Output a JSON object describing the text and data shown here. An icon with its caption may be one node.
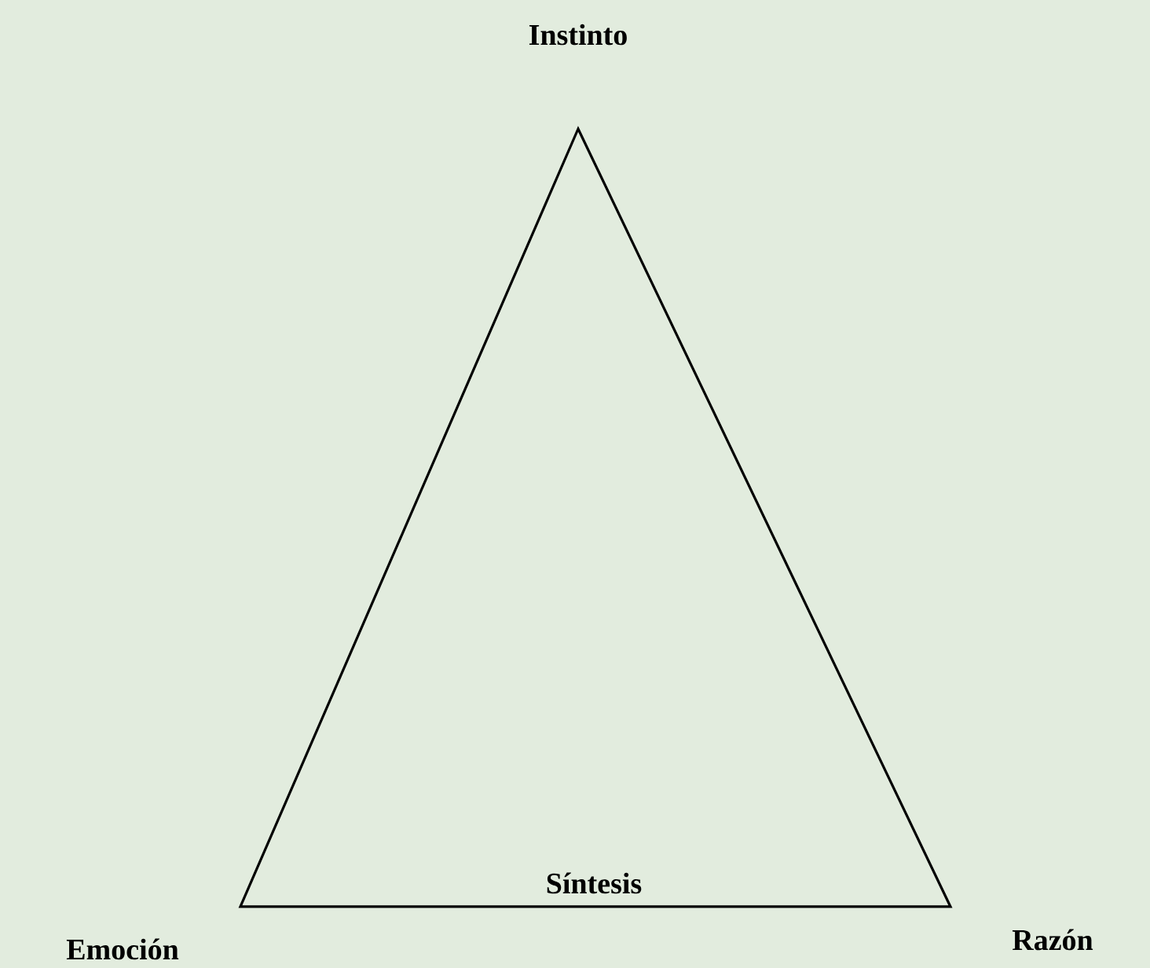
{
  "diagram": {
    "nodes": [
      {
        "text": [
          "Síntesis"
        ]
      }
    ],
    "labels": [
      "Instinto",
      "Emoción",
      "Razón"
    ]
  }
}
